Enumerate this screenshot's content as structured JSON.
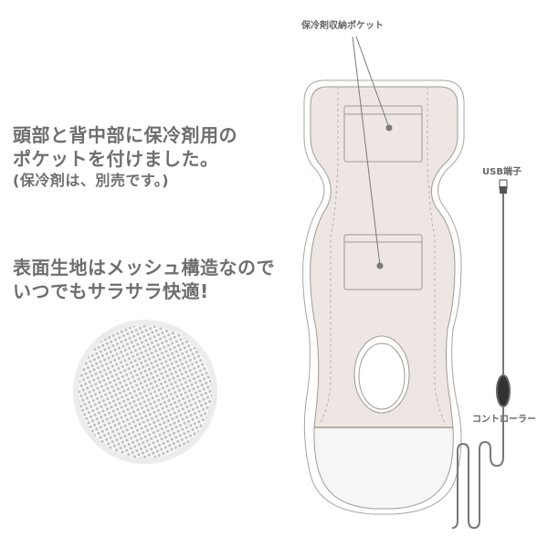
{
  "headline_1": {
    "line1": "頭部と背中部に保冷剤用の",
    "line2": "ポケットを付けました。",
    "note": "(保冷剤は、別売です。)"
  },
  "headline_2": {
    "line1": "表面生地はメッシュ構造なので",
    "line2": "いつでもサラサラ快適!"
  },
  "labels": {
    "pocket": "保冷剤収納ポケット",
    "usb": "USB端子",
    "controller": "コントローラー"
  },
  "colors": {
    "pad_fill": "#ede6e2",
    "pad_bottom": "#f6f6f6",
    "outline": "#a09a96",
    "text": "#6e6e6e"
  }
}
